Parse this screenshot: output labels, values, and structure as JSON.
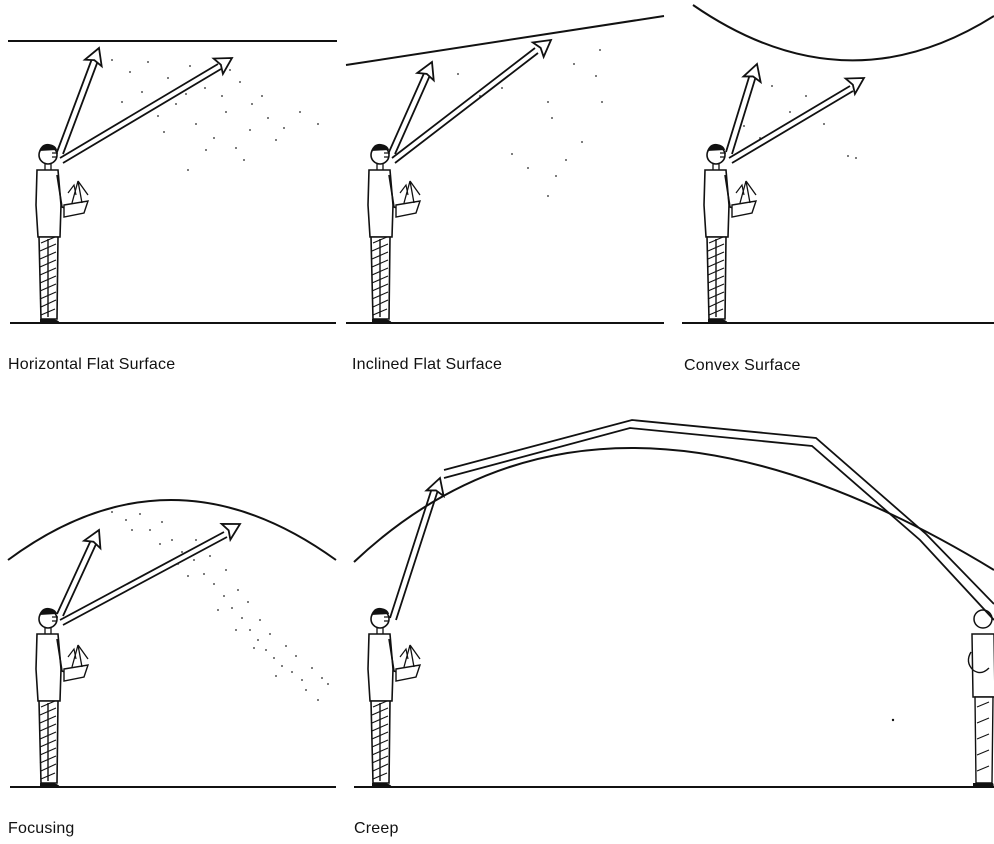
{
  "panels": [
    {
      "caption": "Horizontal Flat Surface"
    },
    {
      "caption": "Inclined Flat Surface"
    },
    {
      "caption": "Convex Surface"
    },
    {
      "caption": "Focusing"
    },
    {
      "caption": "Creep"
    }
  ],
  "colors": {
    "ink": "#111111",
    "background": "#ffffff"
  },
  "icons": [
    "listener-figure-icon",
    "sound-arrow-icon",
    "stipple-scatter"
  ]
}
